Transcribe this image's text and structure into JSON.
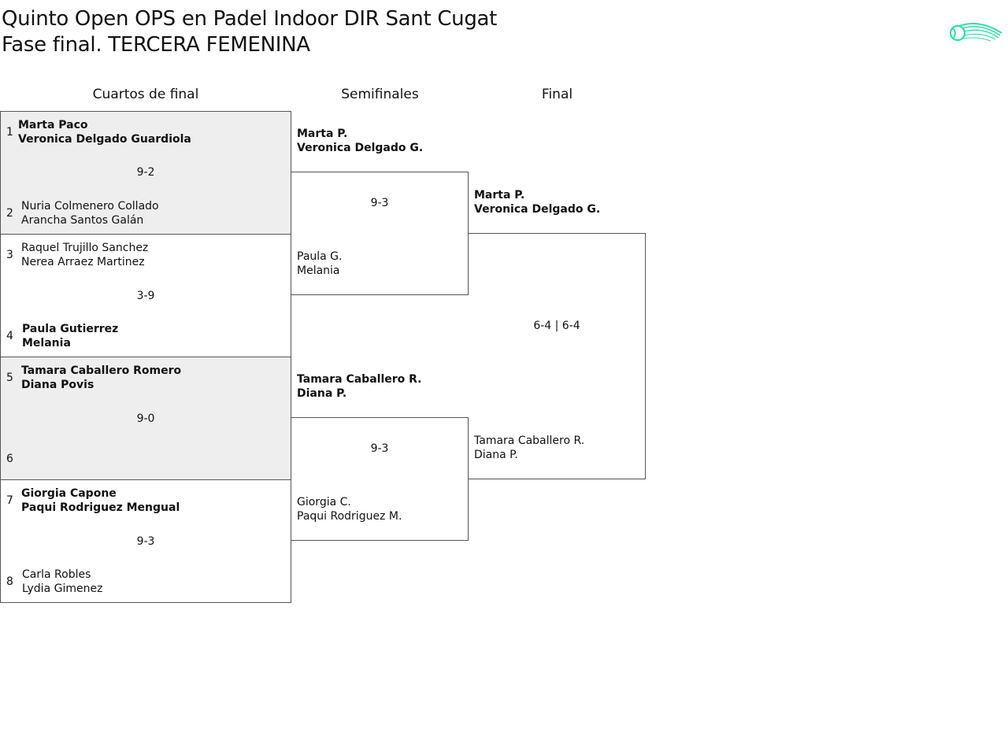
{
  "title": {
    "line1": "Quinto Open OPS en Padel Indoor DIR Sant Cugat",
    "line2": "Fase final. TERCERA FEMENINA"
  },
  "colors": {
    "accent": "#2de0a6",
    "shade": "#eeeeee",
    "border": "#555555"
  },
  "rounds": {
    "quarterfinals": "Cuartos de final",
    "semifinals": "Semifinales",
    "final": "Final"
  },
  "quarterfinals": [
    {
      "top": {
        "seed": "1",
        "player1": "Marta Paco",
        "player2": "Veronica Delgado Guardiola"
      },
      "score": "9-2",
      "bottom": {
        "seed": "2",
        "player1": "Nuria Colmenero Collado",
        "player2": "Arancha Santos Galán"
      }
    },
    {
      "top": {
        "seed": "3",
        "player1": "Raquel Trujillo Sanchez",
        "player2": "Nerea Arraez Martinez"
      },
      "score": "3-9",
      "bottom": {
        "seed": "4",
        "player1": "Paula Gutierrez",
        "player2": "Melania"
      }
    },
    {
      "top": {
        "seed": "5",
        "player1": "Tamara Caballero Romero",
        "player2": "Diana Povis"
      },
      "score": "9-0",
      "bottom": {
        "seed": "6",
        "player1": "",
        "player2": ""
      }
    },
    {
      "top": {
        "seed": "7",
        "player1": "Giorgia Capone",
        "player2": "Paqui Rodriguez Mengual"
      },
      "score": "9-3",
      "bottom": {
        "seed": "8",
        "player1": "Carla Robles",
        "player2": "Lydia Gimenez"
      }
    }
  ],
  "semifinals": [
    {
      "top": {
        "player1": "Marta P.",
        "player2": "Veronica Delgado G."
      },
      "score": "9-3",
      "bottom": {
        "player1": "Paula G.",
        "player2": "Melania"
      }
    },
    {
      "top": {
        "player1": "Tamara Caballero R.",
        "player2": "Diana P."
      },
      "score": "9-3",
      "bottom": {
        "player1": "Giorgia C.",
        "player2": "Paqui Rodriguez M."
      }
    }
  ],
  "final": {
    "top": {
      "player1": "Marta P.",
      "player2": "Veronica Delgado G."
    },
    "score": "6-4 | 6-4",
    "bottom": {
      "player1": "Tamara Caballero R.",
      "player2": "Diana P."
    }
  }
}
